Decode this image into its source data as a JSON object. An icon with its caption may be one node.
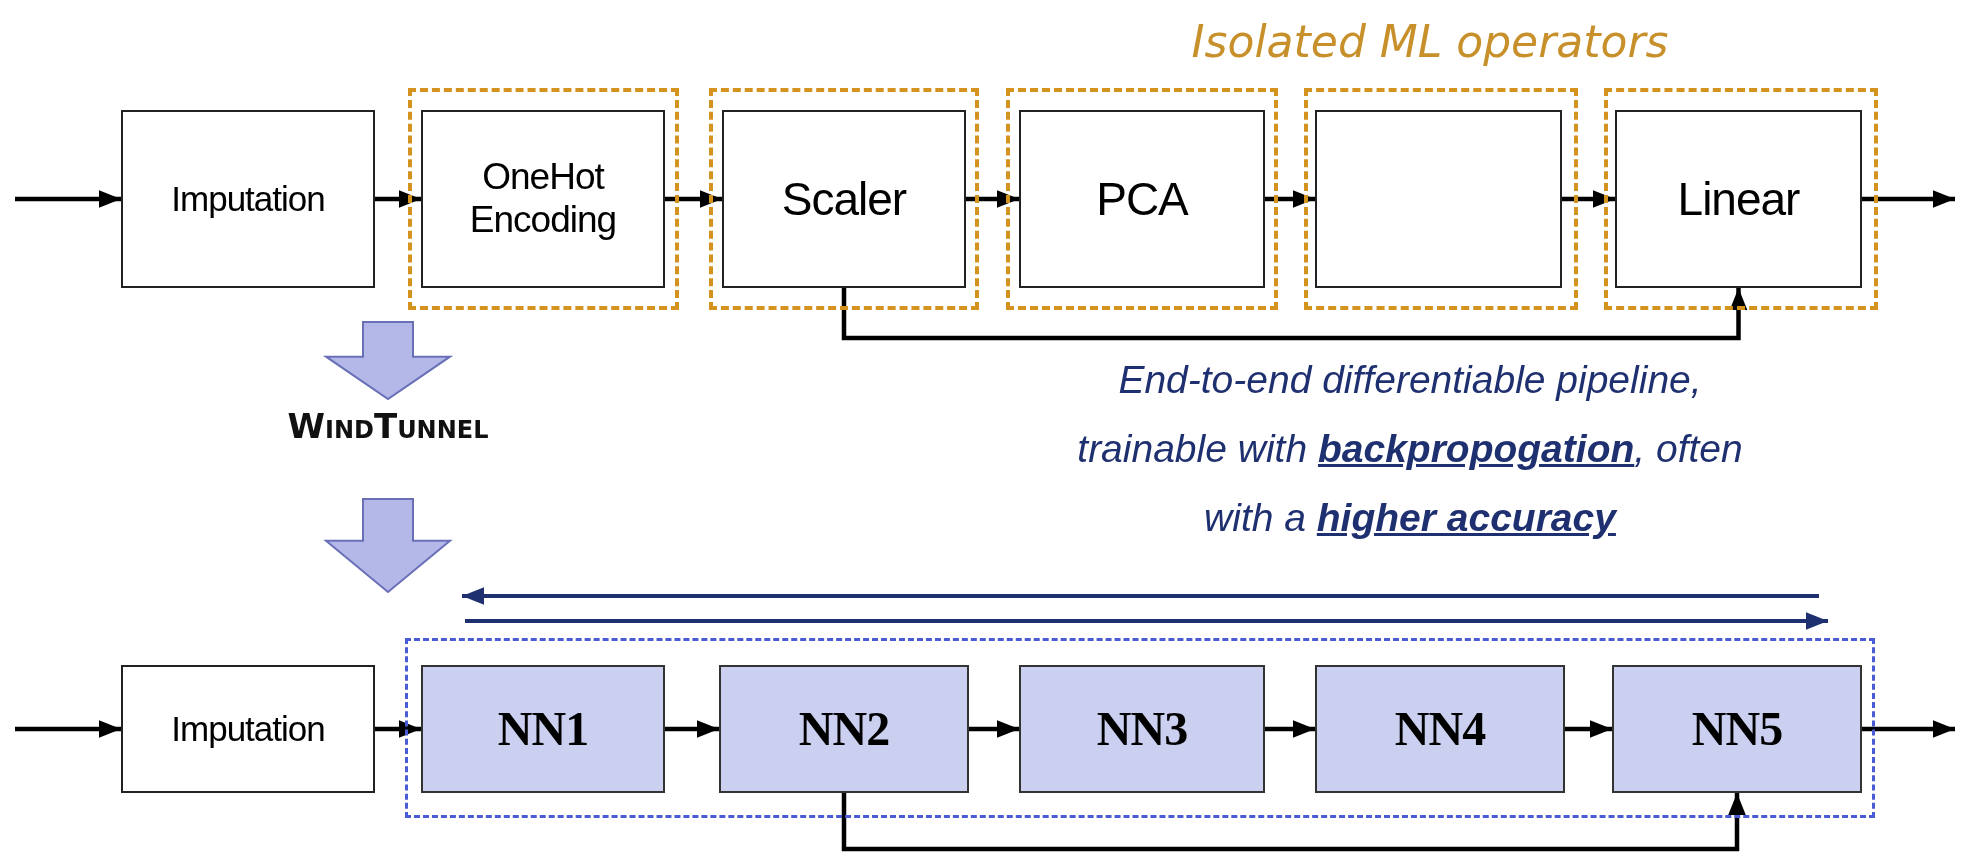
{
  "diagram": {
    "nodes": [
      {
        "text": [
          "Imputation"
        ]
      },
      {
        "text": [],
        "shape": "box"
      },
      {
        "text": [
          "OneHot Encoding"
        ],
        "in": 1
      },
      {
        "text": [],
        "shape": "box"
      },
      {
        "text": [
          "Scaler"
        ],
        "in": 3
      },
      {
        "text": [],
        "shape": "box"
      },
      {
        "text": [
          "PCA"
        ],
        "in": 5
      },
      {
        "text": [],
        "shape": "box"
      },
      {
        "text": [],
        "shape": "box",
        "in": 7
      },
      {
        "text": [],
        "shape": "box"
      },
      {
        "text": [
          "Linear"
        ],
        "in": 9
      },
      {
        "text": [
          "Imputation"
        ]
      },
      {
        "text": [],
        "shape": "box"
      },
      {
        "text": [
          "NN1"
        ],
        "in": 12
      },
      {
        "text": [
          "NN2"
        ],
        "in": 12
      },
      {
        "text": [
          "NN3"
        ],
        "in": 12
      },
      {
        "text": [
          "NN4"
        ],
        "in": 12
      },
      {
        "text": [
          "NN5"
        ],
        "in": 12
      }
    ],
    "edges": [
      {
        "from": null,
        "to": 0,
        "arrow": "to"
      },
      {
        "from": 0,
        "to": 2,
        "arrow": "to"
      },
      {
        "from": 2,
        "to": 4,
        "arrow": "to"
      },
      {
        "from": 4,
        "to": 6,
        "arrow": "to"
      },
      {
        "from": 6,
        "to": 8,
        "arrow": "to"
      },
      {
        "from": 8,
        "to": 10,
        "arrow": "to"
      },
      {
        "from": 10,
        "to": null,
        "arrow": "to"
      },
      {
        "from": 4,
        "to": 10,
        "arrow": "to"
      },
      {
        "from": null,
        "to": 11,
        "arrow": "to"
      },
      {
        "from": 11,
        "to": 13,
        "arrow": "to"
      },
      {
        "from": 13,
        "to": 14,
        "arrow": "to"
      },
      {
        "from": 14,
        "to": 15,
        "arrow": "to"
      },
      {
        "from": 15,
        "to": 16,
        "arrow": "to"
      },
      {
        "from": 16,
        "to": 17,
        "arrow": "to"
      },
      {
        "from": 17,
        "to": null,
        "arrow": "to"
      },
      {
        "from": 14,
        "to": 17,
        "arrow": "to"
      }
    ],
    "labels": [
      "Isolated ML operators",
      "WindTunnel",
      "End-to-end differentiable pipeline, trainable with **backpropogation**, often with a **higher accuracy**"
    ]
  }
}
